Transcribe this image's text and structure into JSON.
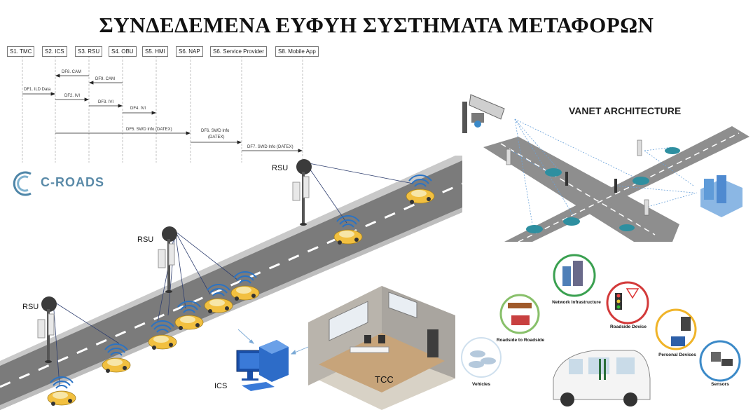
{
  "title": "ΣΥΝΔΕΔΕΜΕΝΑ ΕΥΦΥΗ ΣΥΣΤΗΜΑΤΑ ΜΕΤΑΦΟΡΩΝ",
  "sequence": {
    "lanes": [
      "S1. TMC",
      "S2. ICS",
      "S3. RSU",
      "S4. OBU",
      "S5. HMI",
      "S6. NAP",
      "S6. Service Provider",
      "S8. Mobile App"
    ],
    "messages": [
      {
        "text": "DF8. CAM"
      },
      {
        "text": "DF9. CAM"
      },
      {
        "text": "DF1. ILD Data"
      },
      {
        "text": "DF2. IVI"
      },
      {
        "text": "DF3. IVI"
      },
      {
        "text": "DF4. IVI"
      },
      {
        "text": "DF5. SWD Info (DATEX)"
      },
      {
        "text": "DF6. SWD Info"
      },
      {
        "text": "(DATEX)"
      },
      {
        "text": "DF7. SWD Info (DATEX)"
      }
    ]
  },
  "logo": {
    "text": "C-ROADS"
  },
  "road_scene": {
    "rsu_label": "RSU",
    "ics_label": "ICS",
    "tcc_label": "TCC"
  },
  "vanet": {
    "title": "VANET ARCHITECTURE"
  },
  "iot": {
    "network_infrastructure": "Network Infrastructure",
    "roadside_to_roadside": "Roadside to Roadside",
    "roadside_device": "Roadside Device",
    "personal_devices": "Personal Devices",
    "vehicles": "Vehicles",
    "sensors": "Sensors"
  },
  "colors": {
    "road": "#8a8a8a",
    "road_edge": "#6b6b6b",
    "car": "#f2c040",
    "wifi": "#2a73c4",
    "accent": "#5a8aa8"
  }
}
